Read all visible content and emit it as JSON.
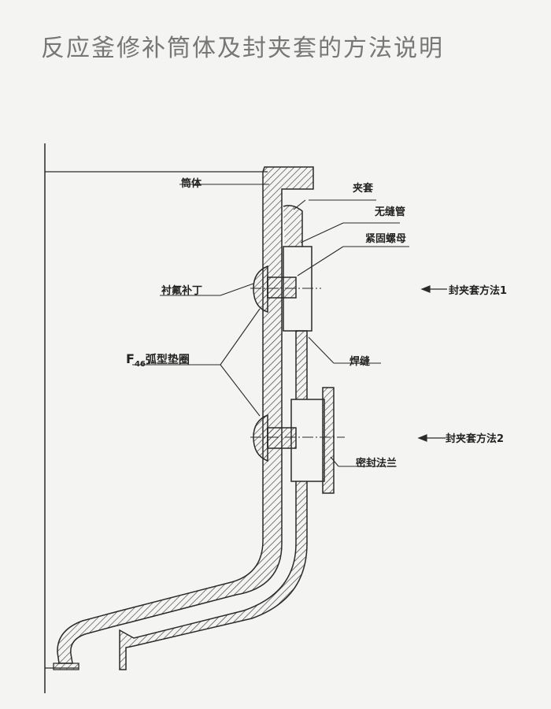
{
  "title": "反应釜修补筒体及封夹套的方法说明",
  "labels": {
    "shell": "筒体",
    "jacket": "夹套",
    "seamless_pipe": "无缝管",
    "tightening_nut": "紧固螺母",
    "ptfe_patch": "衬氟补丁",
    "gasket_prefix": "F",
    "gasket_sub": "46",
    "gasket_suffix": "弧型垫圈",
    "weld": "焊缝",
    "sealing_flange": "密封法兰",
    "method1": "封夹套方法1",
    "method2": "封夹套方法2"
  },
  "colors": {
    "line": "#2a2a2a",
    "hatch": "#3a3a3a",
    "title": "#777777"
  }
}
